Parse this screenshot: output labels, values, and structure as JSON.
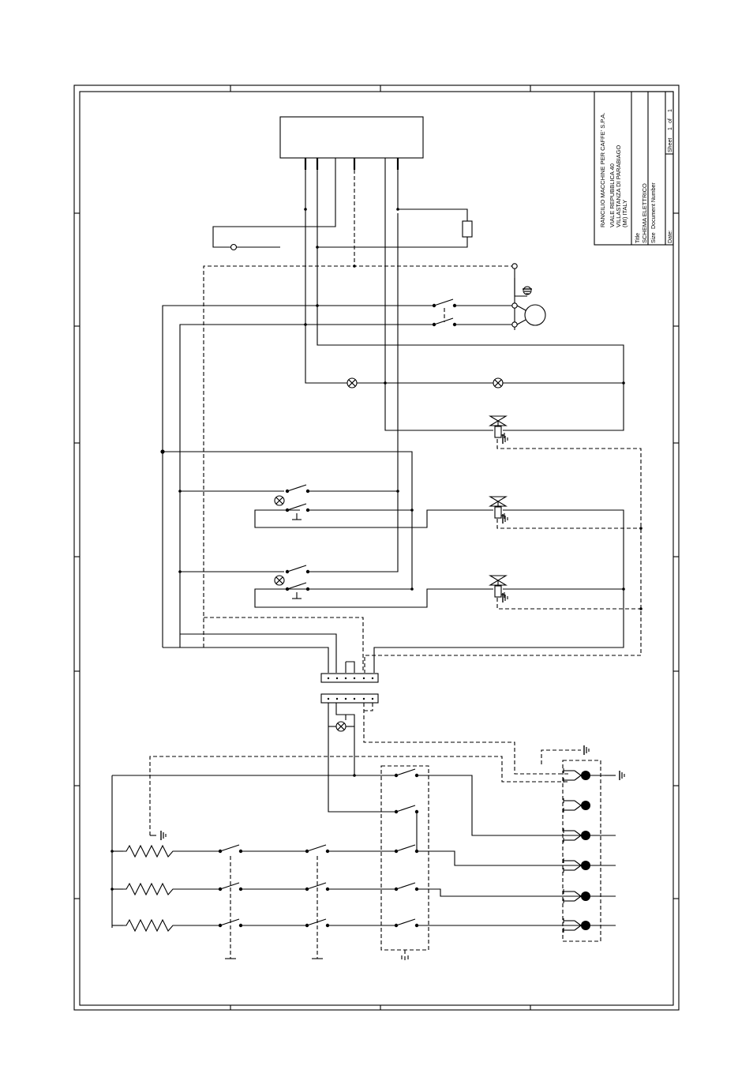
{
  "title_block": {
    "company": "RANCILIO MACCHINE PER CAFFE' S.P.A.",
    "address_street": "VIALE REPUBBLICA 40",
    "address_city": "VILLASTANZA DI PARABIAGO",
    "address_country": "(MI) ITALY",
    "title_label": "Title",
    "title_value": "SCHEMA ELETTRICO",
    "size_label": "Size",
    "docnum_label": "Document Number",
    "date_label": "Date:",
    "sheet_label": "Sheet",
    "sheet_num": "1",
    "sheet_of": "of",
    "sheet_total": "1"
  },
  "colors": {
    "line": "#000000",
    "background": "#ffffff"
  },
  "icons": [
    "ground-icon",
    "lamp-icon",
    "solenoid-valve-icon",
    "motor-pump-icon",
    "heating-resistor-icon",
    "switch-contact-icon"
  ]
}
